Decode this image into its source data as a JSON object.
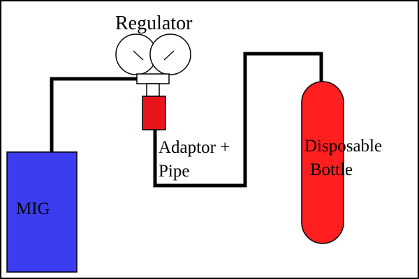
{
  "labels": {
    "regulator": "Regulator",
    "adaptor_line_1": "Adaptor +",
    "adaptor_line_2": "Pipe",
    "bottle_line_1": "Disposable",
    "bottle_line_2": "Bottle",
    "mig": "MIG"
  },
  "colors": {
    "background": "#ffffff",
    "frame": "#000000",
    "pipe": "#000000",
    "mig_unit": "#3c3cf0",
    "bottle": "#ff1f1f",
    "adaptor": "#e8141b",
    "regulator_fitting": "#ffffff"
  },
  "components": [
    {
      "name": "MIG welder",
      "shape": "rectangle"
    },
    {
      "name": "Regulator",
      "shape": "twin-gauge"
    },
    {
      "name": "Adaptor",
      "shape": "cylinder"
    },
    {
      "name": "Disposable Bottle",
      "shape": "capsule"
    }
  ]
}
